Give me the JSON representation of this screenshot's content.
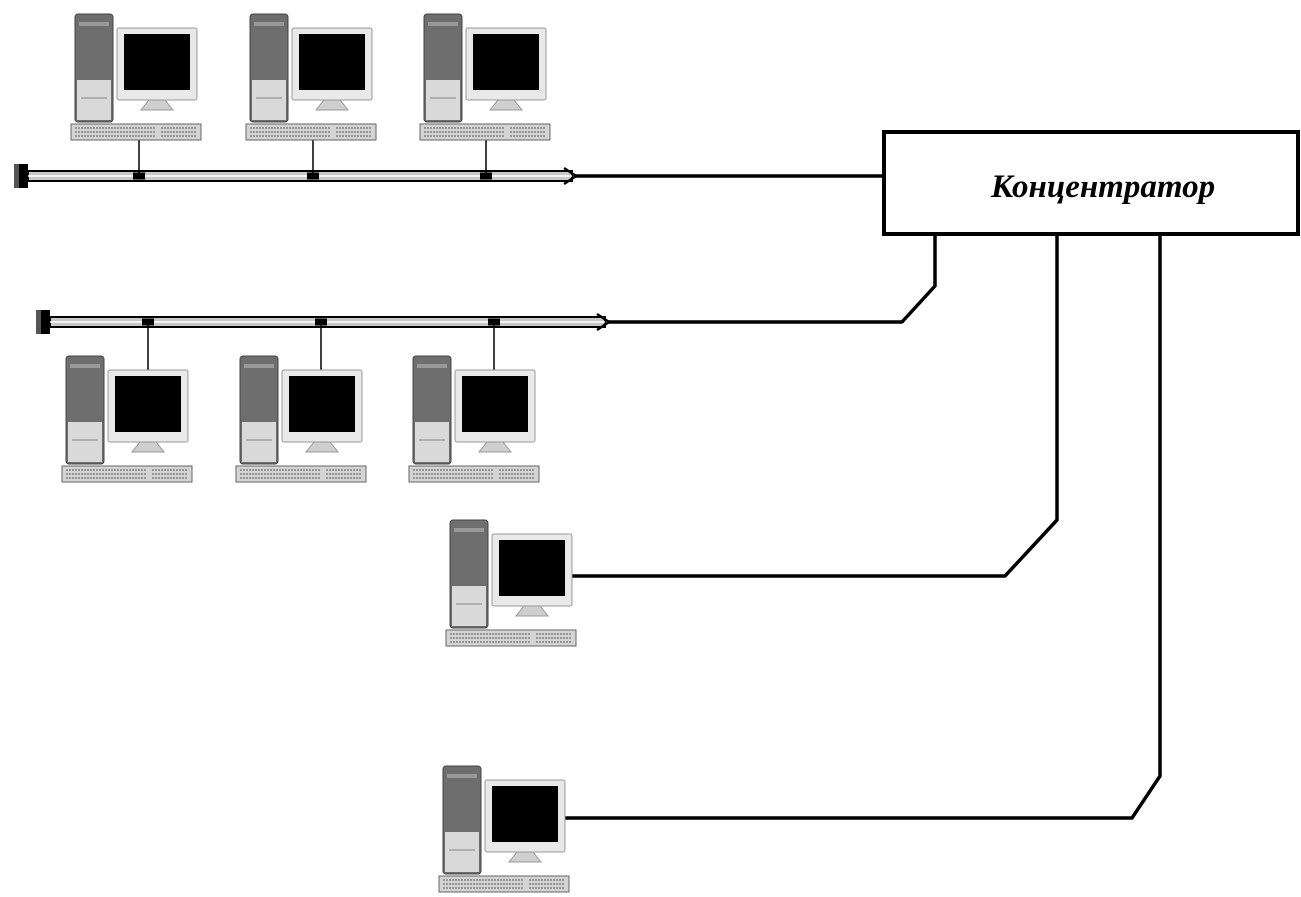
{
  "hub": {
    "label": "Концентратор"
  },
  "colors": {
    "line": "#000000",
    "bus_fill": "#c8c8c8",
    "tower_dark": "#6e6e6e",
    "tower_light": "#d9d9d9",
    "monitor_frame": "#e9e9e9",
    "screen": "#000000",
    "keyboard": "#d4d4d4",
    "background": "#ffffff"
  },
  "topology": {
    "segments": [
      {
        "id": "bus-1",
        "kind": "bus",
        "computers": 3,
        "computers_position": "above"
      },
      {
        "id": "bus-2",
        "kind": "bus",
        "computers": 3,
        "computers_position": "below"
      },
      {
        "id": "station-1",
        "kind": "single",
        "computers": 1
      },
      {
        "id": "station-2",
        "kind": "single",
        "computers": 1
      }
    ]
  }
}
